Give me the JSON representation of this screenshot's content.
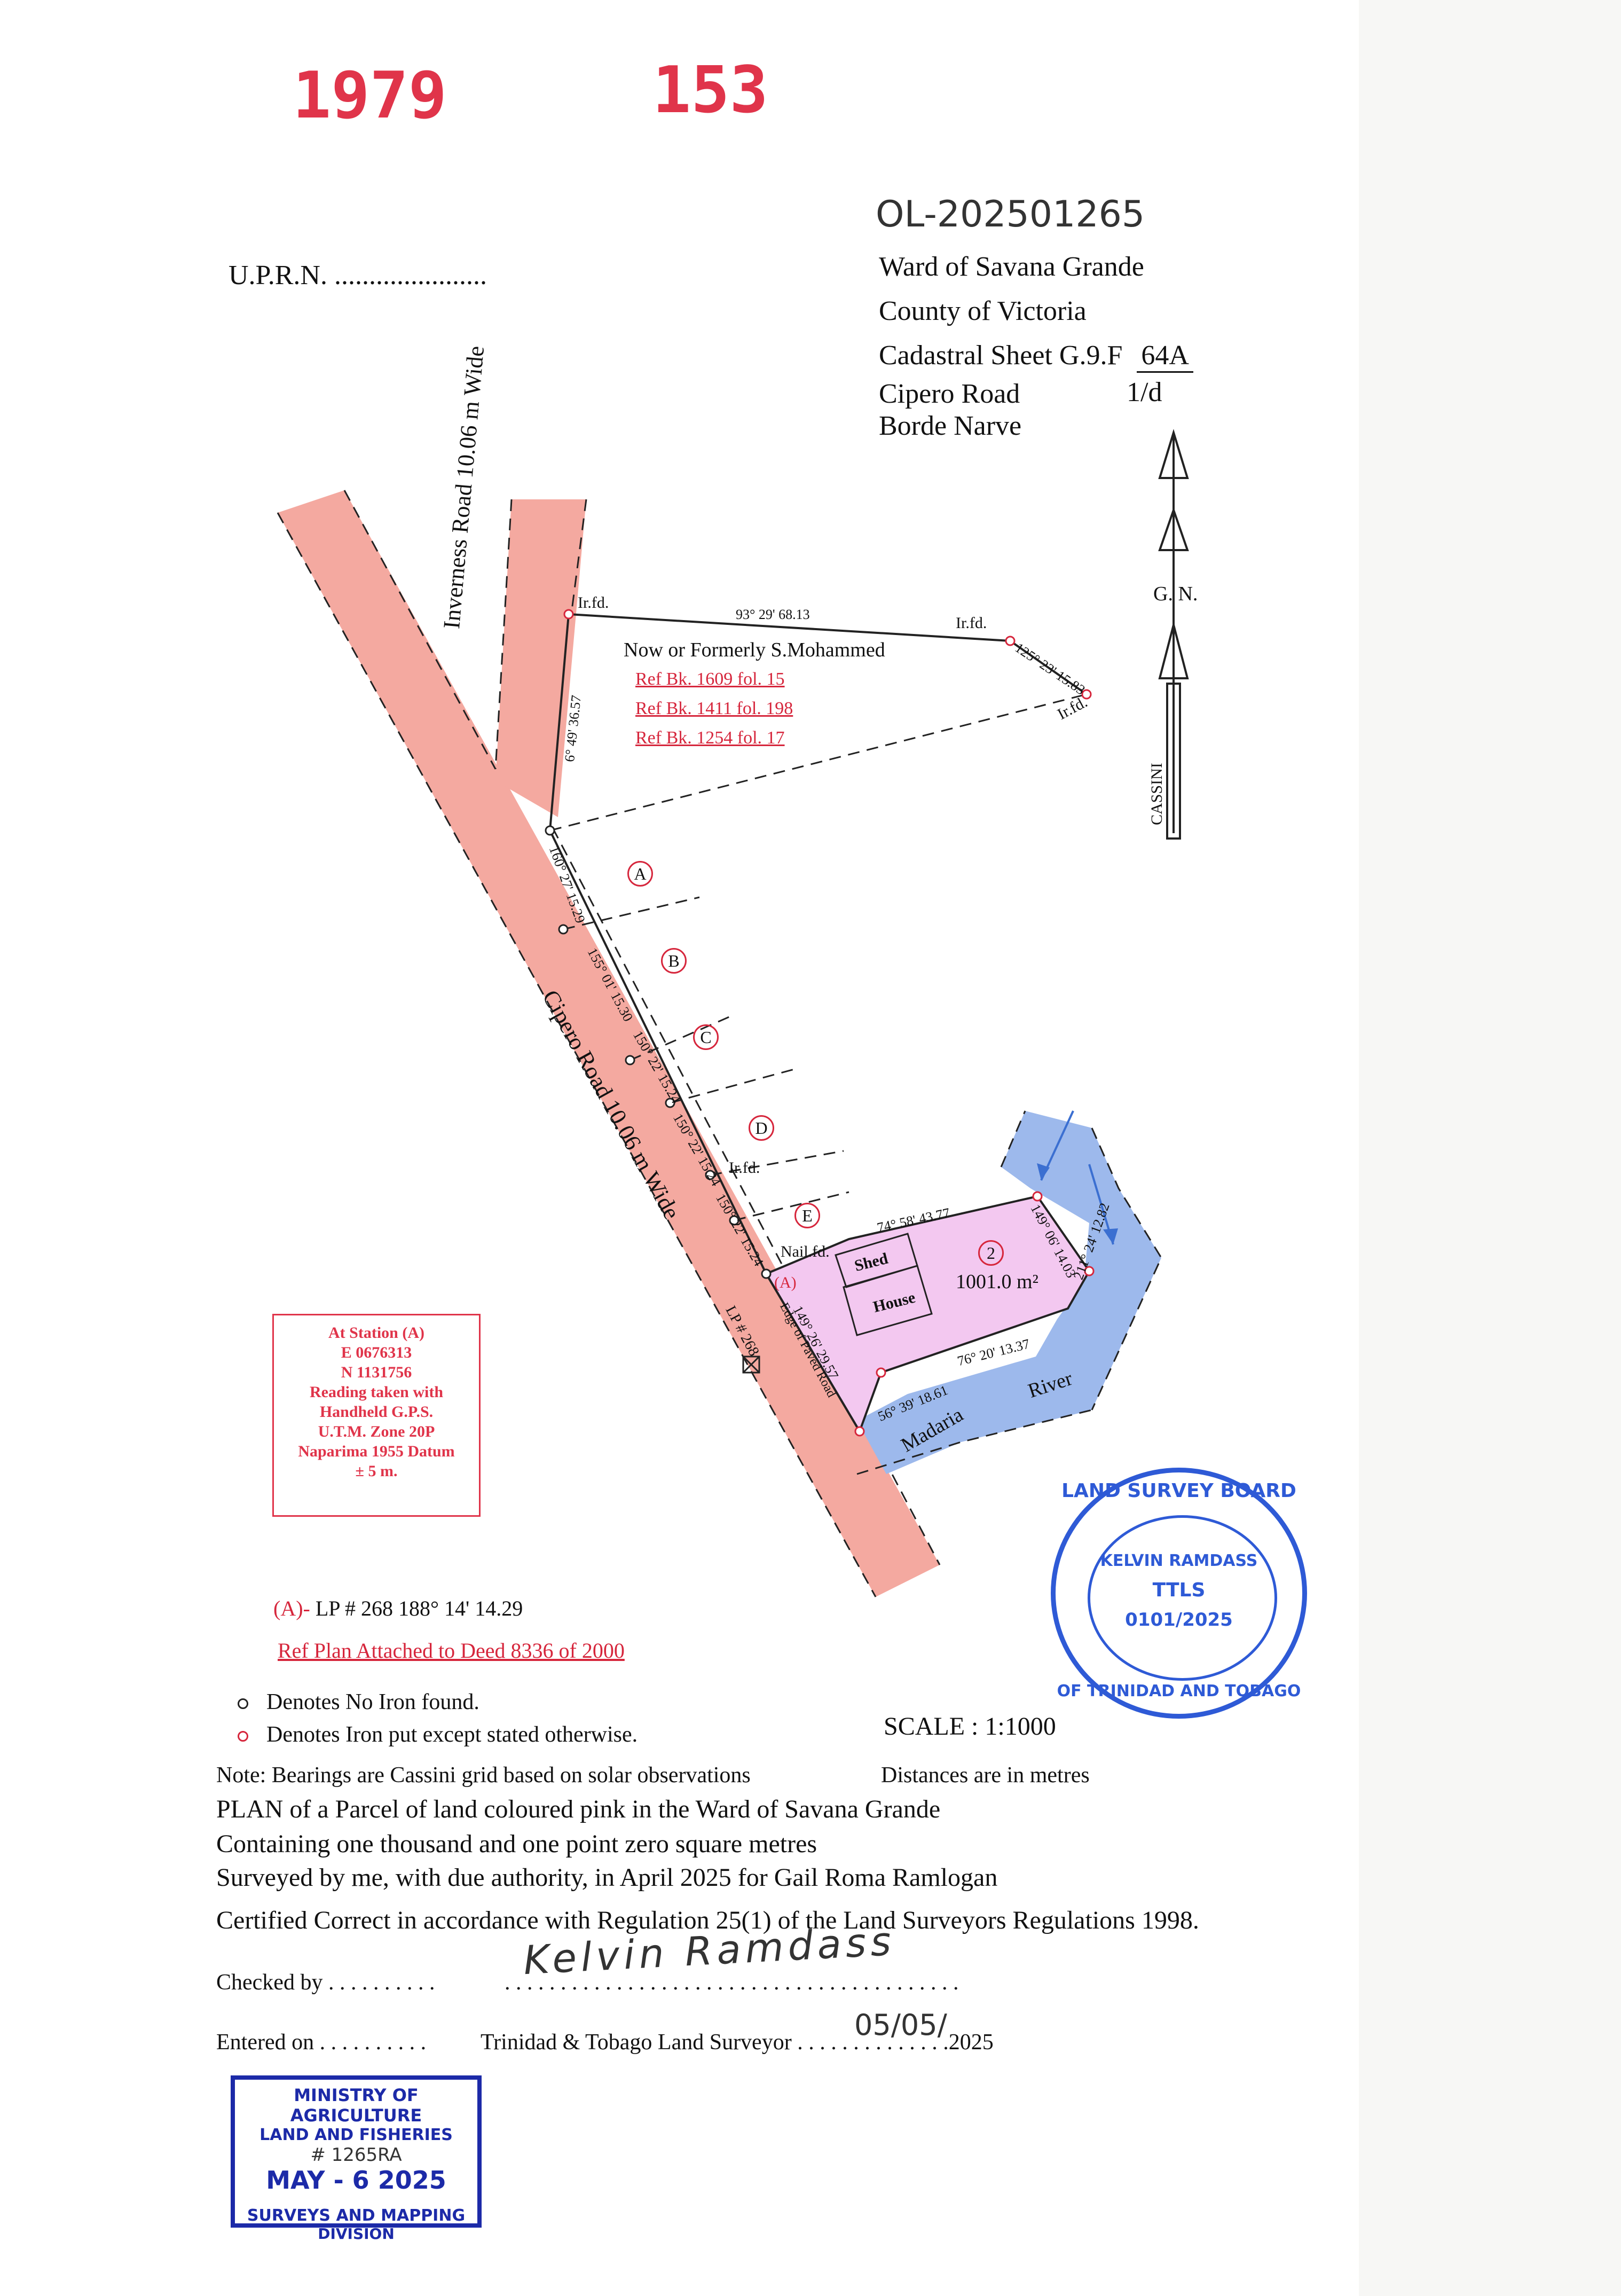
{
  "stamps_top": {
    "year": "1979",
    "number": "153",
    "reference": "OL-202501265"
  },
  "header": {
    "uprn_label": "U.P.R.N.",
    "uprn_dots": "......................",
    "ward": "Ward of Savana Grande",
    "county": "County of Victoria",
    "cadastral_label": "Cadastral Sheet  G.9.F",
    "cadastral_num": "64A",
    "cadastral_den": "1/d",
    "road": "Cipero Road",
    "locality": "Borde Narve"
  },
  "north": {
    "label": "G. N.",
    "cassini": "CASSINI"
  },
  "plan": {
    "inverness_road": "Inverness  Road  10.06 m Wide",
    "cipero_road": "Cipero  Road  10.06 m Wide",
    "top_bearing": "93° 29' 68.13",
    "right_top_bearing": "125° 23' 15.83",
    "left_bearing": "6° 49' 36.57",
    "irfd": "Ir.fd.",
    "nailfd": "Nail.fd.",
    "owner": "Now or Formerly S.Mohammed",
    "refs": [
      "Ref  Bk. 1609  fol. 15",
      "Ref  Bk. 1411  fol. 198",
      "Ref  Bk. 1254  fol. 17"
    ],
    "lots": [
      "A",
      "B",
      "C",
      "D",
      "E"
    ],
    "road_bearings": [
      "160° 27' 15.29",
      "155° 01' 15.30",
      "150° 22' 15.24",
      "150° 22' 15.24",
      "150° 22' 15.24"
    ],
    "parcel_no": "2",
    "parcel_area": "1001.0 m²",
    "parcel_top_bearing": "74° 58' 43.77",
    "parcel_right_bearing": "149° 06' 14.03",
    "parcel_right2_bearing": "211° 24' 12.82",
    "parcel_bottom_bearing": "76° 20' 13.37",
    "parcel_bottom2_bearing": "56° 39' 18.61",
    "parcel_left_bearing": "149° 26' 29.57",
    "shed": "Shed",
    "house": "House",
    "station_a": "(A)",
    "edge_paved": "Edge of Paved Road",
    "lp": "LP # 268",
    "river_1": "Madaria",
    "river_2": "River"
  },
  "station": {
    "lines": [
      "At Station (A)",
      "E 0676313",
      "N 1131756",
      "Reading taken with",
      "Handheld G.P.S.",
      "U.T.M. Zone 20P",
      "Naparima 1955 Datum",
      "± 5 m."
    ]
  },
  "survey_stamp": {
    "ring_top": "LAND SURVEY BOARD",
    "ring_bottom": "OF TRINIDAD AND TOBAGO",
    "name": "KELVIN RAMDASS",
    "title": "TTLS",
    "number": "0101/2025"
  },
  "lp_note": {
    "marker": "(A)-",
    "text": "LP # 268   188° 14'  14.29"
  },
  "ref_plan": "Ref Plan Attached to Deed 8336 of 2000",
  "legend": {
    "no_iron": "Denotes No Iron found.",
    "iron_put": "Denotes Iron put except stated otherwise."
  },
  "scale": "SCALE : 1:1000",
  "note_bearings": "Note: Bearings are Cassini grid based on solar observations",
  "distances": "Distances are in metres",
  "plan_text": [
    "PLAN of a Parcel of land coloured pink in the Ward of Savana Grande",
    "Containing one thousand and one point zero square metres",
    "Surveyed by me, with due authority, in April 2025 for Gail Roma Ramlogan",
    "Certified Correct in accordance with Regulation 25(1) of the Land Surveyors Regulations 1998."
  ],
  "signoff": {
    "checked_by": "Checked by . . . . . . . . . .",
    "signature_dots": ". . . . . . . . . . . . . . . . . . . . . . . . . . . . . . . . . . . . . . . . .",
    "signature": "Kelvin Ramdass",
    "entered_on": "Entered on . . . . . . . . . .",
    "surveyor": "Trinidad & Tobago  Land Surveyor . . . . . . . . . . . . . .2025",
    "date_hand": "05/05/"
  },
  "ministry_stamp": {
    "line1": "MINISTRY OF AGRICULTURE",
    "line2": "LAND AND FISHERIES",
    "hand_no": "# 1265RA",
    "date": "MAY - 6 2025",
    "line3": "SURVEYS AND MAPPING",
    "line4": "DIVISION"
  }
}
